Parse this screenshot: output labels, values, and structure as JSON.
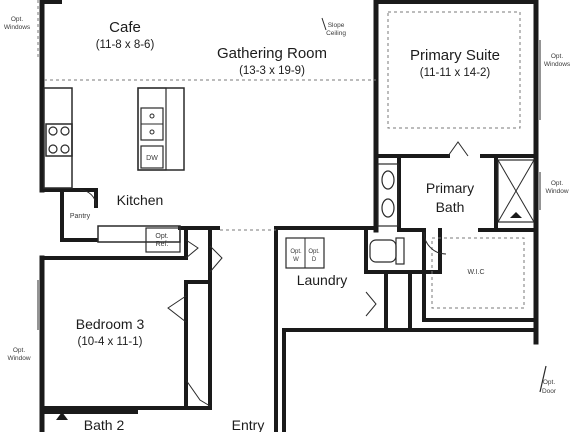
{
  "rooms": {
    "cafe": {
      "name": "Cafe",
      "dims": "(11-8 x 8-6)"
    },
    "gathering": {
      "name": "Gathering Room",
      "dims": "(13-3 x 19-9)"
    },
    "primary_suite": {
      "name": "Primary Suite",
      "dims": "(11-11 x 14-2)"
    },
    "kitchen": {
      "name": "Kitchen"
    },
    "primary_bath": {
      "line1": "Primary",
      "line2": "Bath"
    },
    "laundry": {
      "name": "Laundry"
    },
    "bedroom3": {
      "name": "Bedroom 3",
      "dims": "(10-4 x 11-1)"
    },
    "bath2": {
      "name": "Bath 2"
    },
    "entry": {
      "name": "Entry"
    },
    "wic": {
      "name": "W.I.C"
    },
    "pantry": {
      "name": "Pantry"
    }
  },
  "notes": {
    "slope_line1": "Slope",
    "slope_line2": "Ceiling",
    "opt": "Opt.",
    "windows": "Windows",
    "window": "Window",
    "door": "Door",
    "ref": "Ref.",
    "dw": "DW",
    "opt_w": "Opt.",
    "w": "W",
    "opt_d": "Opt.",
    "d": "D"
  }
}
